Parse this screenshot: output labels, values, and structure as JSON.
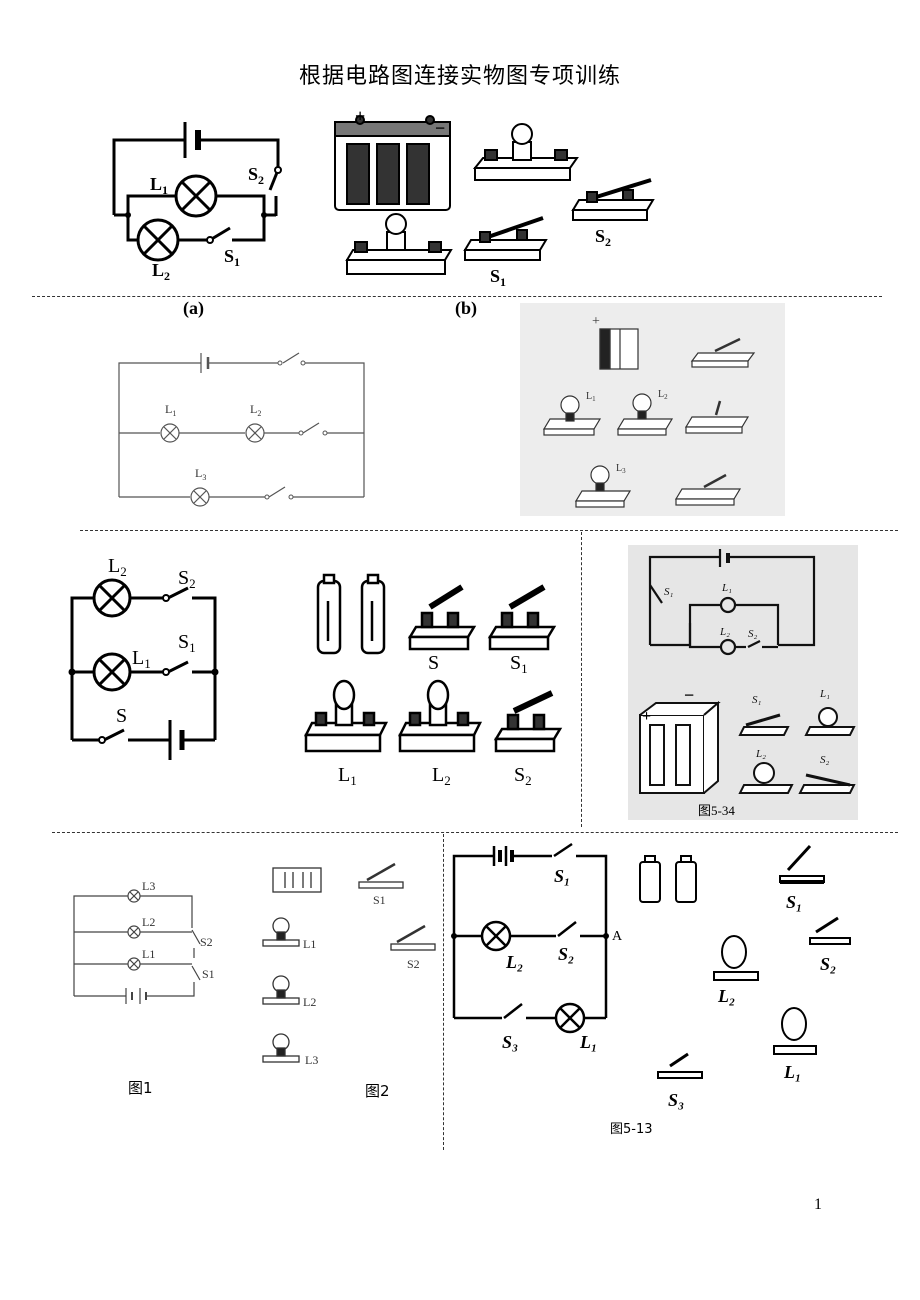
{
  "title": "根据电路图连接实物图专项训练",
  "page_number": "1",
  "problem1": {
    "caption_a": "(a)",
    "caption_b": "(b)",
    "labels": {
      "L1": "L",
      "L1_sub": "1",
      "L2": "L",
      "L2_sub": "2",
      "S1": "S",
      "S1_sub": "1",
      "S2": "S",
      "S2_sub": "2",
      "plus": "+",
      "minus": "−"
    }
  },
  "problem2": {
    "labels": {
      "L1": "L",
      "L1_sub": "1",
      "L2": "L",
      "L2_sub": "2",
      "L3": "L",
      "L3_sub": "3",
      "plus": "+"
    }
  },
  "problem3": {
    "labels": {
      "L2": "L",
      "L2_sub": "2",
      "L1": "L",
      "L1_sub": "1",
      "S2": "S",
      "S2_sub": "2",
      "S1": "S",
      "S1_sub": "1",
      "S": "S"
    },
    "component_labels": {
      "S": "S",
      "S1": "S",
      "S1_sub": "1",
      "L1": "L",
      "L1_sub": "1",
      "L2": "L",
      "L2_sub": "2",
      "S2": "S",
      "S2_sub": "2"
    }
  },
  "problem4": {
    "caption": "图5-34",
    "labels": {
      "S1": "S₁",
      "L1": "L₁",
      "L2": "L₂",
      "S2": "S₂"
    }
  },
  "problem5": {
    "caption_1": "图1",
    "caption_2": "图2",
    "labels": {
      "L3": "L3",
      "L2": "L2",
      "L1": "L1",
      "S2": "S2",
      "S1": "S1"
    },
    "component_labels": {
      "S1": "S1",
      "S2": "S2",
      "L1": "L1",
      "L2": "L2",
      "L3": "L3"
    }
  },
  "problem6": {
    "caption": "图5-13",
    "point_A": "A",
    "labels": {
      "S1": "S₁",
      "S2": "S₂",
      "S3": "S₃",
      "L1": "L₁",
      "L2": "L₂"
    }
  }
}
